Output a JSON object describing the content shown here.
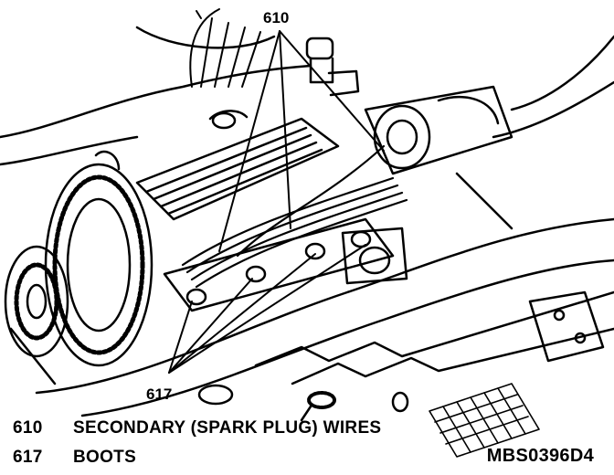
{
  "callouts": {
    "top": "610",
    "bottom": "617"
  },
  "legend": [
    {
      "number": "610",
      "description": "SECONDARY (SPARK PLUG) WIRES"
    },
    {
      "number": "617",
      "description": "BOOTS"
    }
  ],
  "figure_id": "MBS0396D4",
  "colors": {
    "ink": "#000000",
    "paper": "#ffffff"
  }
}
